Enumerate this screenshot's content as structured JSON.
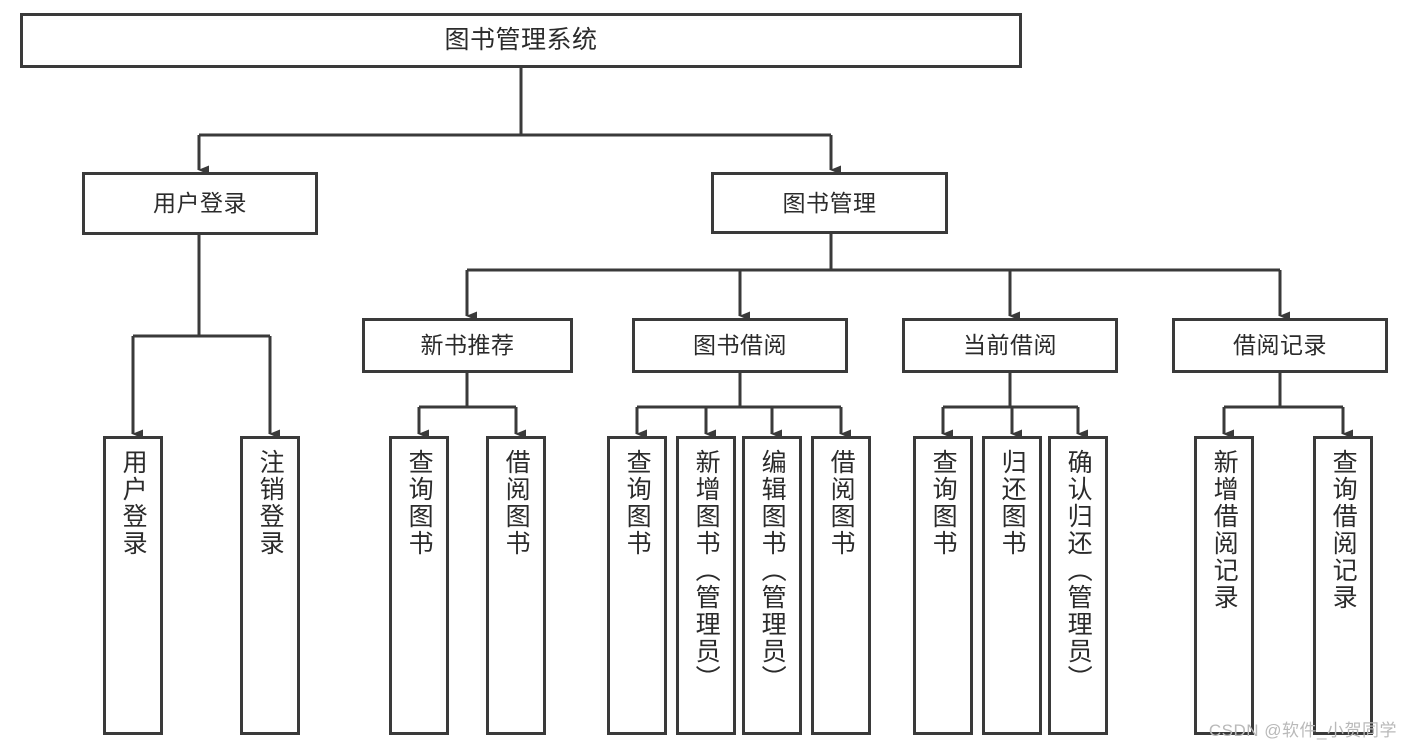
{
  "diagram": {
    "title_node": {
      "label": "图书管理系统"
    },
    "level1": [
      {
        "id": "user-login",
        "label": "用户登录"
      },
      {
        "id": "book-manage",
        "label": "图书管理"
      }
    ],
    "level2": [
      {
        "id": "new-book-recommend",
        "label": "新书推荐"
      },
      {
        "id": "book-borrow",
        "label": "图书借阅"
      },
      {
        "id": "current-borrow",
        "label": "当前借阅"
      },
      {
        "id": "borrow-record",
        "label": "借阅记录"
      }
    ],
    "leaves": {
      "user_login": [
        {
          "id": "leaf-user-login",
          "label": "用户登录"
        },
        {
          "id": "leaf-logout-login",
          "label": "注销登录"
        }
      ],
      "new_book_recommend": [
        {
          "id": "leaf-query-book-1",
          "label": "查询图书"
        },
        {
          "id": "leaf-borrow-book-1",
          "label": "借阅图书"
        }
      ],
      "book_borrow": [
        {
          "id": "leaf-query-book-2",
          "label": "查询图书"
        },
        {
          "id": "leaf-add-book",
          "label": "新增图书（管理员）"
        },
        {
          "id": "leaf-edit-book",
          "label": "编辑图书（管理员）"
        },
        {
          "id": "leaf-borrow-book-2",
          "label": "借阅图书"
        }
      ],
      "current_borrow": [
        {
          "id": "leaf-query-book-3",
          "label": "查询图书"
        },
        {
          "id": "leaf-return-book",
          "label": "归还图书"
        },
        {
          "id": "leaf-confirm-return",
          "label": "确认归还（管理员）"
        }
      ],
      "borrow_record": [
        {
          "id": "leaf-add-record",
          "label": "新增借阅记录"
        },
        {
          "id": "leaf-query-record",
          "label": "查询借阅记录"
        }
      ]
    },
    "colors": {
      "border": "#3a3a3a",
      "text": "#2b2b2b",
      "background": "#ffffff",
      "connector": "#3a3a3a",
      "watermark": "#b9b9b9"
    }
  },
  "watermark": {
    "text": "CSDN @软件_小贺同学"
  }
}
